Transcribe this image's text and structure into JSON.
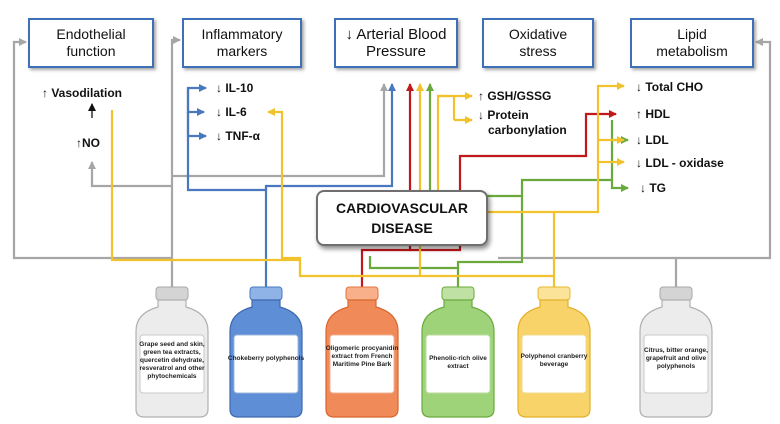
{
  "effect_boxes": [
    {
      "id": "endothelial",
      "label": "Endothelial function"
    },
    {
      "id": "inflammatory",
      "label": "Inflammatory markers"
    },
    {
      "id": "bp",
      "label": "↓ Arterial Blood Pressure"
    },
    {
      "id": "oxidative",
      "label": "Oxidative stress"
    },
    {
      "id": "lipid",
      "label": "Lipid metabolism"
    }
  ],
  "markers": {
    "vasodilation": "↑ Vasodilation",
    "no": "↑NO",
    "il10": "↓ IL-10",
    "il6": "↓ IL-6",
    "tnf": "↓ TNF-α",
    "gsh": "↑ GSH/GSSG",
    "protein": "↓ Protein",
    "carbonylation": "carbonylation",
    "total_cho": "↓ Total CHO",
    "hdl": "↑ HDL",
    "ldl": "↓ LDL",
    "ldl_oxidase": "↓ LDL - oxidase",
    "tg": "↓ TG"
  },
  "center": {
    "line1": "CARDIOVASCULAR",
    "line2": "DISEASE"
  },
  "bottles": [
    {
      "color": "gray",
      "text": "Grape seed and skin, green tea extracts, quercetin dehydrate, resveratrol and other phytochemicals"
    },
    {
      "color": "blue",
      "text": "Chokeberry polyphenols"
    },
    {
      "color": "orange",
      "text": "Oligomeric procyanidin extract from French Maritime Pine Bark"
    },
    {
      "color": "green",
      "text": "Phenolic-rich olive extract"
    },
    {
      "color": "yellow",
      "text": "Polyphenol cranberry beverage"
    },
    {
      "color": "gray",
      "text": "Citrus, bitter orange, grapefruit and olive polyphenols"
    }
  ],
  "colors": {
    "box_border": "#3f6fb6",
    "gray_line": "#a6a6a6",
    "blue_line": "#4a78c0",
    "red_line": "#c0181b",
    "green_line": "#6aaa3c",
    "yellow_line": "#f2c12e"
  }
}
